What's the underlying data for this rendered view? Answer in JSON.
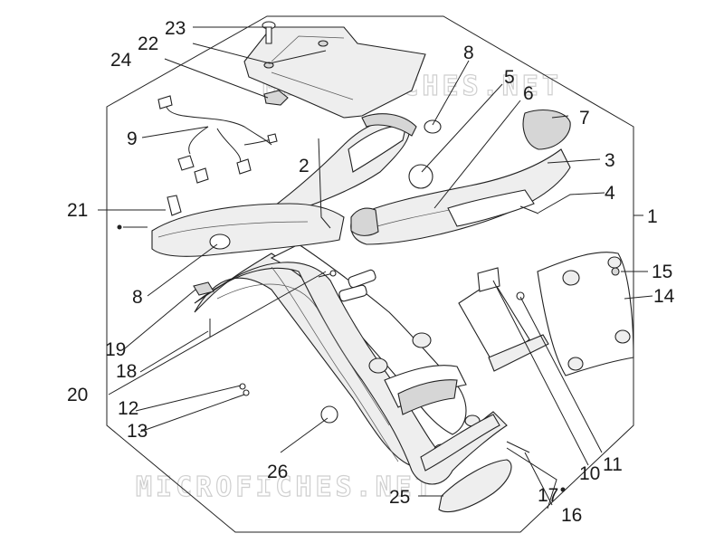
{
  "watermark": "MICROFICHES.NET",
  "callouts": {
    "c1": "1",
    "c2": "2",
    "c3": "3",
    "c4": "4",
    "c5": "5",
    "c6": "6",
    "c7": "7",
    "c8a": "8",
    "c8b": "8",
    "c9": "9",
    "c10": "10",
    "c11": "11",
    "c12": "12",
    "c13": "13",
    "c14": "14",
    "c15": "15",
    "c16": "16",
    "c17": "17",
    "c18": "18",
    "c19": "19",
    "c20": "20",
    "c21": "21",
    "c22": "22",
    "c23": "23",
    "c24": "24",
    "c25": "25",
    "c26": "26"
  }
}
